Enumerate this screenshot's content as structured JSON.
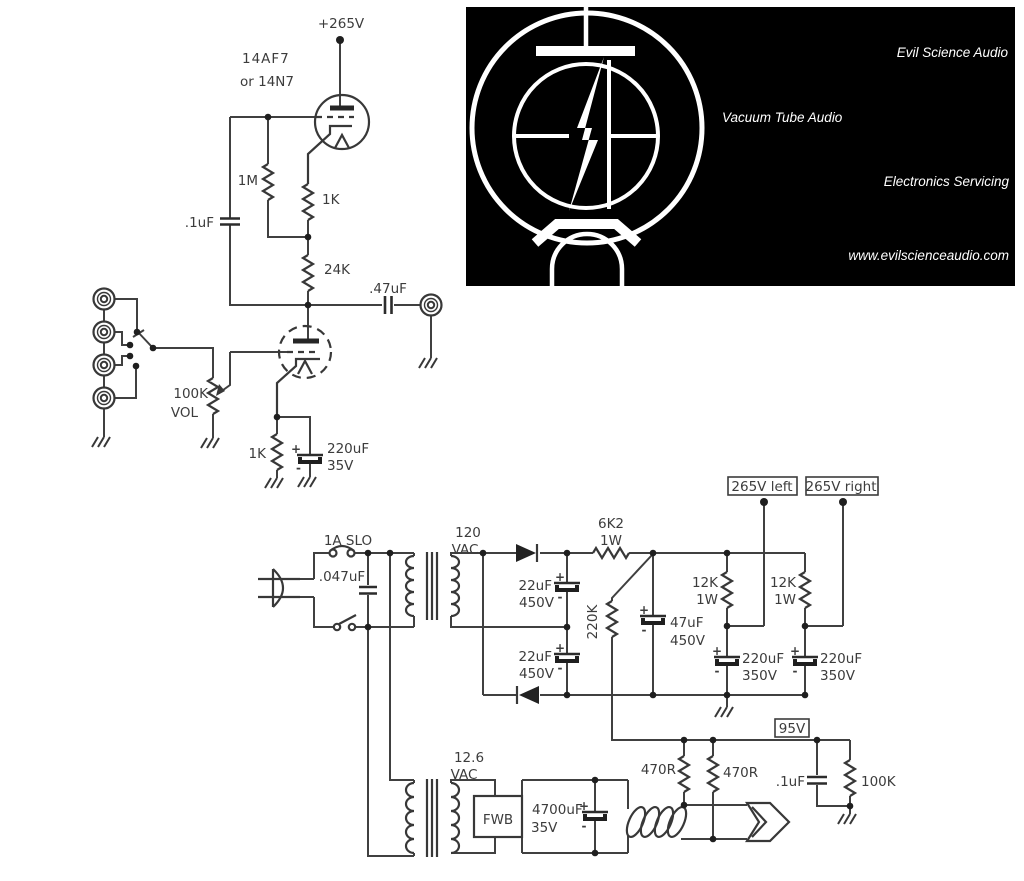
{
  "banner": {
    "title": "Evil Science Audio",
    "tagline1": "Vacuum Tube Audio",
    "tagline2": "Electronics Servicing",
    "website": "www.evilscienceaudio.com",
    "bg": "#000000",
    "fg": "#ffffff"
  },
  "preamp": {
    "supply": "+265V",
    "tube": "14AF7",
    "tube_alt": "or 14N7",
    "grid_r": "1M",
    "fb_cap": ".1uF",
    "cath_r1": "1K",
    "plate_r": "24K",
    "out_cap": ".47uF",
    "pot": "100K",
    "pot_label": "VOL",
    "cath_r2": "1K",
    "cath_cap": "220uF",
    "cath_cap_v": "35V"
  },
  "psu": {
    "fuse": "1A SLO",
    "line_cap": ".047uF",
    "mains": "120",
    "mains_unit": "VAC",
    "d_cap1": "22uF",
    "d_cap1_v": "450V",
    "d_cap2": "22uF",
    "d_cap2_v": "450V",
    "dropper": "6K2",
    "dropper_w": "1W",
    "bleeder": "220K",
    "f_cap": "47uF",
    "f_cap_v": "450V",
    "r_left": "12K",
    "r_left_w": "1W",
    "r_right": "12K",
    "r_right_w": "1W",
    "c_left": "220uF",
    "c_left_v": "350V",
    "c_right": "220uF",
    "c_right_v": "350V",
    "out_left": "265V left",
    "out_right": "265V right",
    "bias": "95V",
    "heater": "12.6",
    "heater_unit": "VAC",
    "bridge": "FWB",
    "h_cap": "4700uF",
    "h_cap_v": "35V",
    "hum_r1": "470R",
    "hum_r2": "470R",
    "bias_cap": ".1uF",
    "bias_r": "100K"
  },
  "marks": {
    "plus": "+",
    "minus": "-"
  }
}
